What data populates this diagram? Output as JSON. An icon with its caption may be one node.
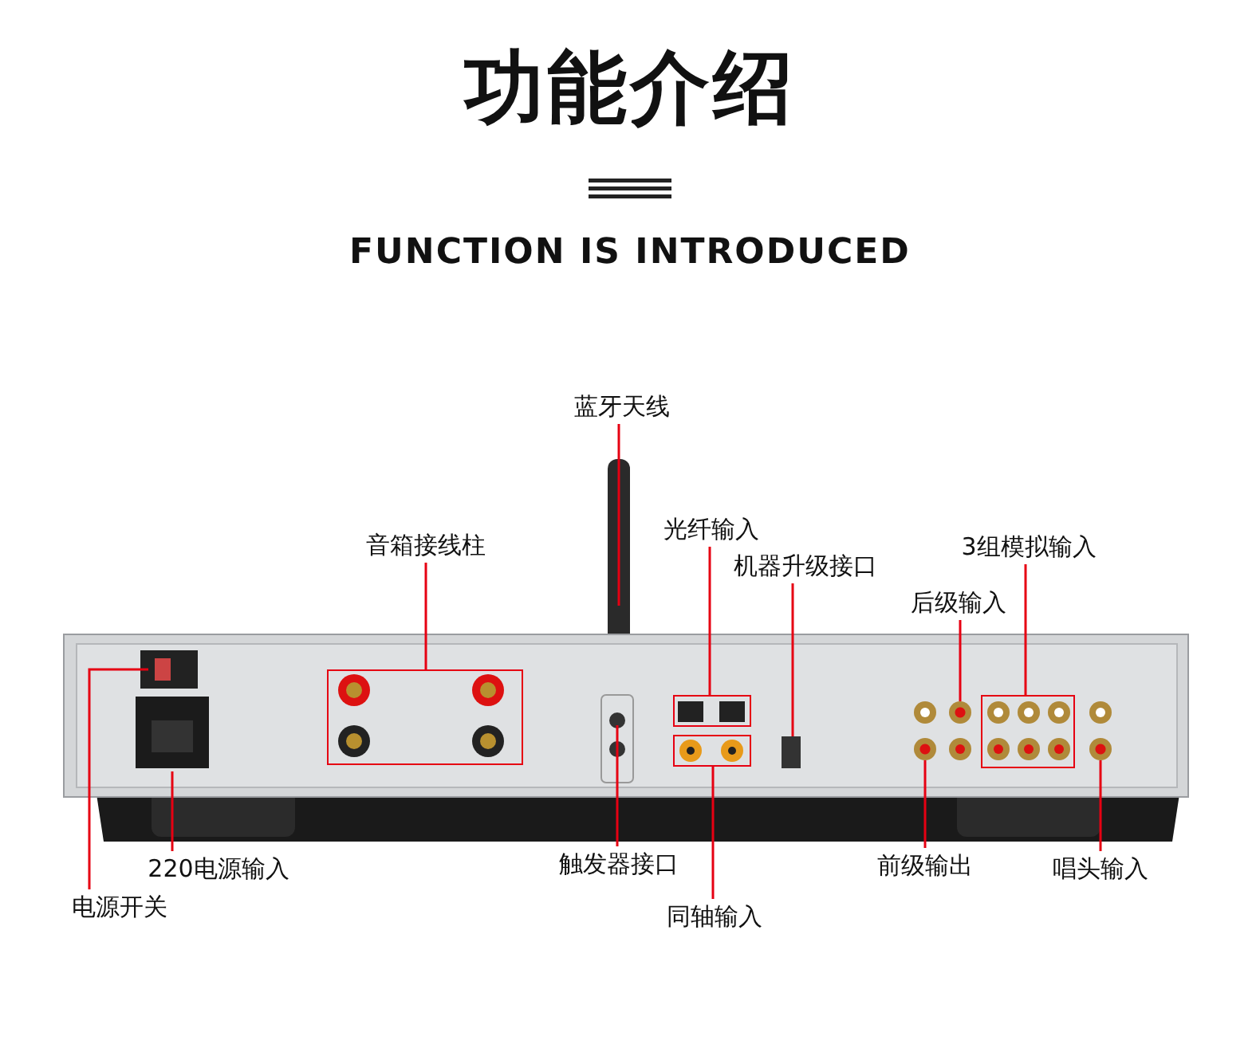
{
  "diagram": {
    "title": "功能介绍",
    "nodes": [
      {
        "text": [
          "蓝牙天线"
        ]
      },
      {
        "text": [
          "音箱接线柱"
        ]
      },
      {
        "text": [
          "光纤输入"
        ]
      },
      {
        "text": [
          "机器升级接口"
        ]
      },
      {
        "text": [
          "3组模拟输入"
        ]
      },
      {
        "text": [
          "后级输入"
        ]
      },
      {
        "text": [
          "220电源输入"
        ]
      },
      {
        "text": [
          "电源开关"
        ]
      },
      {
        "text": [
          "触发器接口"
        ]
      },
      {
        "text": [
          "前级输出"
        ]
      },
      {
        "text": [
          "唱头输入"
        ]
      },
      {
        "text": [
          "同轴输入"
        ]
      },
      {
        "text": [],
        "shape": "box"
      },
      {
        "text": [],
        "shape": "box"
      },
      {
        "text": [],
        "shape": "box"
      },
      {
        "text": [],
        "shape": "box"
      },
      {
        "text": [],
        "shape": "circle"
      },
      {
        "text": [],
        "shape": "circle"
      },
      {
        "text": [],
        "shape": "circle"
      }
    ],
    "edges": [
      {
        "from": 0,
        "to": null,
        "arrow": "none"
      },
      {
        "from": 1,
        "to": 12,
        "arrow": "none"
      },
      {
        "from": 2,
        "to": 13,
        "arrow": "none"
      },
      {
        "from": 3,
        "to": null,
        "arrow": "none"
      },
      {
        "from": 4,
        "to": 15,
        "arrow": "none"
      },
      {
        "from": 5,
        "to": 16,
        "arrow": "none"
      },
      {
        "from": 6,
        "to": null,
        "arrow": "none"
      },
      {
        "from": 7,
        "to": null,
        "arrow": "none"
      },
      {
        "from": 8,
        "to": null,
        "arrow": "none"
      },
      {
        "from": 9,
        "to": 18,
        "arrow": "none"
      },
      {
        "from": 10,
        "to": 17,
        "arrow": "none"
      },
      {
        "from": 11,
        "to": 14,
        "arrow": "none"
      }
    ],
    "labels": [
      "FUNCTION IS INTRODUCED"
    ]
  }
}
